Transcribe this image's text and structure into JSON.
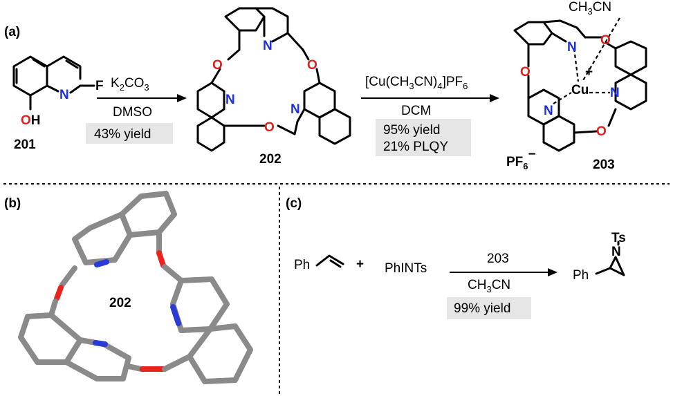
{
  "panels": {
    "a": "(a)",
    "b": "(b)",
    "c": "(c)"
  },
  "scheme_a": {
    "compound_201": "201",
    "compound_202": "202",
    "compound_203": "203",
    "step1": {
      "reagent_main": "K",
      "reagent_sub": "2",
      "reagent_tail": "CO",
      "reagent_sub2": "3",
      "solvent": "DMSO",
      "yield": "43% yield"
    },
    "step2": {
      "reagent": "[Cu(CH",
      "sub1": "3",
      "mid": "CN)",
      "sub2": "4",
      "end": "]PF",
      "sub3": "6",
      "solvent": "DCM",
      "yield": "95% yield",
      "plqy": "21% PLQY"
    },
    "atoms": {
      "O": "O",
      "N": "N",
      "F": "F",
      "OH": "OH",
      "Cu": "Cu",
      "plus": "+",
      "minus": "−",
      "pf6": "PF",
      "pf6_sub": "6",
      "ch3cn": "CH",
      "ch3cn_sub": "3",
      "ch3cn_end": "CN"
    }
  },
  "panel_b": {
    "label": "202"
  },
  "scheme_c": {
    "reactant1": "Ph",
    "plus": "+",
    "reactant2": "PhINTs",
    "catalyst": "203",
    "solvent_main": "CH",
    "solvent_sub": "3",
    "solvent_end": "CN",
    "yield": "99% yield",
    "product_ph": "Ph",
    "product_n": "N",
    "product_ts": "Ts"
  },
  "colors": {
    "oxygen": "#e0201e",
    "nitrogen": "#1b2fe0",
    "bond_3d": "#8a8a8a",
    "yield_box": "#e6e6e6"
  }
}
